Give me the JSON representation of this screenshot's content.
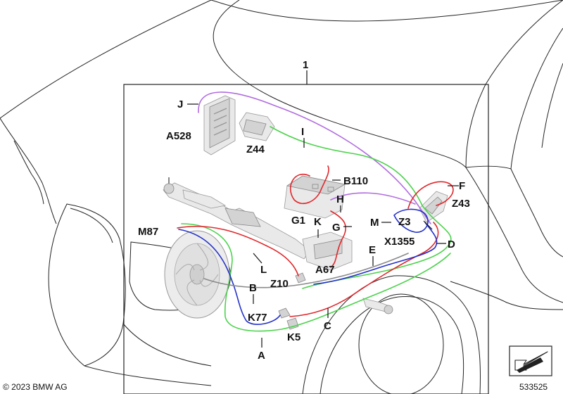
{
  "labels": {
    "main": "1",
    "J": "J",
    "A528": "A528",
    "Z44": "Z44",
    "I": "I",
    "B110": "B110",
    "F": "F",
    "H": "H",
    "Z43": "Z43",
    "G1": "G1",
    "K": "K",
    "G": "G",
    "M": "M",
    "Z3": "Z3",
    "M87": "M87",
    "X1355": "X1355",
    "D": "D",
    "E": "E",
    "L": "L",
    "A67": "A67",
    "B": "B",
    "Z10": "Z10",
    "K77": "K77",
    "C": "C",
    "K5": "K5",
    "A": "A"
  },
  "footer": {
    "copyright": "© 2023 BMW AG",
    "diagram_number": "533525"
  },
  "wire_colors": {
    "purple": "#b06de0",
    "green": "#4cd24c",
    "red": "#e0262b",
    "blue": "#2230c8",
    "gray": "#8a8a8a"
  },
  "icons": {
    "nav_arrow": "back-arrow-icon"
  }
}
